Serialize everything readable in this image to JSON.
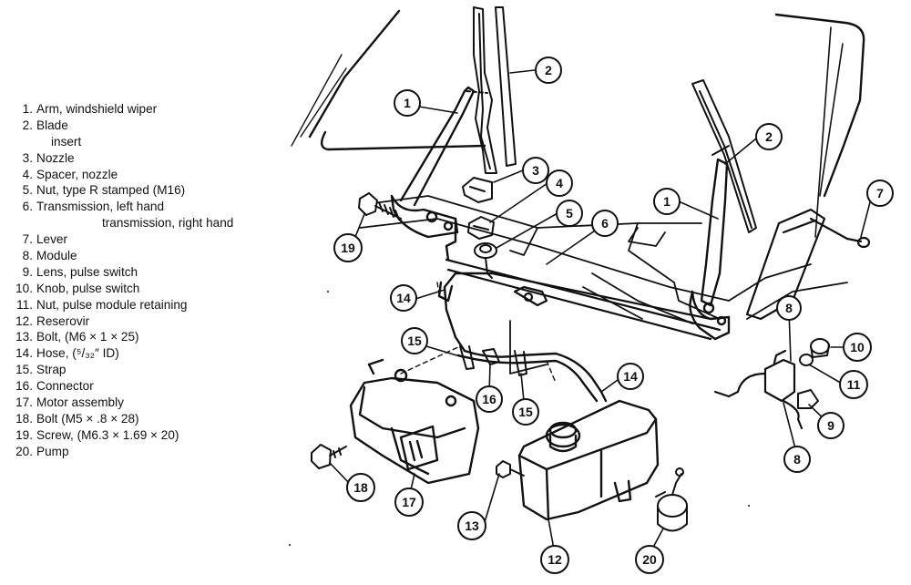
{
  "legend": [
    {
      "num": "1.",
      "text": "Arm, windshield wiper"
    },
    {
      "num": "2.",
      "text": "Blade",
      "sub": "insert"
    },
    {
      "num": "3.",
      "text": "Nozzle"
    },
    {
      "num": "4.",
      "text": "Spacer, nozzle"
    },
    {
      "num": "5.",
      "text": "Nut, type R stamped (M16)"
    },
    {
      "num": "6.",
      "text": "Transmission, left hand",
      "sub": "transmission, right hand"
    },
    {
      "num": "7.",
      "text": "Lever"
    },
    {
      "num": "8.",
      "text": "Module"
    },
    {
      "num": "9.",
      "text": "Lens, pulse switch"
    },
    {
      "num": "10.",
      "text": "Knob, pulse switch"
    },
    {
      "num": "11.",
      "text": "Nut, pulse module retaining"
    },
    {
      "num": "12.",
      "text": "Reserovir"
    },
    {
      "num": "13.",
      "text": "Bolt, (M6 × 1 × 25)"
    },
    {
      "num": "14.",
      "text": "Hose, (⁵/₃₂″ ID)"
    },
    {
      "num": "15.",
      "text": "Strap"
    },
    {
      "num": "16.",
      "text": "Connector"
    },
    {
      "num": "17.",
      "text": "Motor assembly"
    },
    {
      "num": "18.",
      "text": "Bolt (M5 × .8 × 28)"
    },
    {
      "num": "19.",
      "text": "Screw, (M6.3 × 1.69 × 20)"
    },
    {
      "num": "20.",
      "text": "Pump"
    }
  ],
  "callouts": [
    "1",
    "2",
    "3",
    "4",
    "5",
    "6",
    "1",
    "2",
    "7",
    "19",
    "14",
    "15",
    "16",
    "15",
    "14",
    "8",
    "10",
    "11",
    "9",
    "8",
    "17",
    "18",
    "13",
    "12",
    "20"
  ]
}
